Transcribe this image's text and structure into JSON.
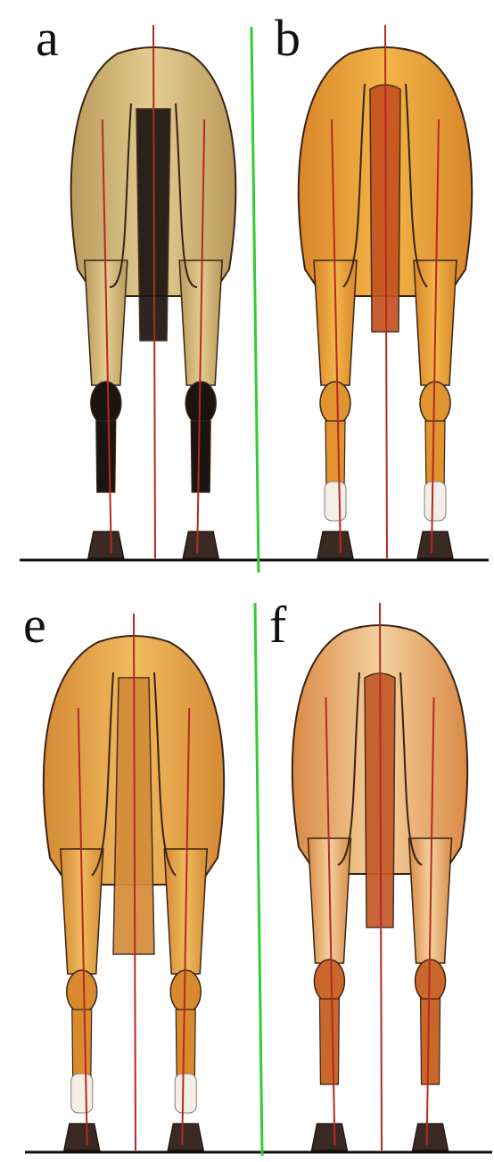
{
  "figure": {
    "panels": [
      {
        "id": "a",
        "label": "a",
        "coat": "dun",
        "leg_color": "#2a1a14"
      },
      {
        "id": "b",
        "label": "b",
        "coat": "chestnut",
        "leg_color": "#e0932f"
      },
      {
        "id": "e",
        "label": "e",
        "coat": "light-chestnut",
        "leg_color": "#d98a2e"
      },
      {
        "id": "f",
        "label": "f",
        "coat": "roan-chestnut",
        "leg_color": "#c9682a"
      }
    ],
    "colors": {
      "reference_line": "#b32a25",
      "divider_line": "#33cc33",
      "ground_line": "#111111",
      "dun_body": "#d9bd7c",
      "dun_tail": "#1b1410",
      "chestnut_body": "#eaa23b",
      "chestnut_tail": "#c5521f",
      "light_chestnut_body": "#e5a64b",
      "roan_body": "#e8b06a",
      "outline": "#3a2314"
    }
  }
}
